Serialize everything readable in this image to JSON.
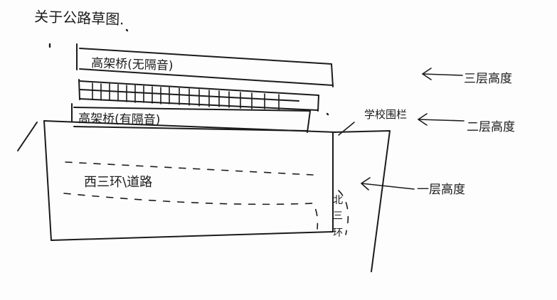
{
  "title": "关于公路草图.",
  "labels": {
    "overpass_upper": "高架桥(无隔音)",
    "overpass_lower": "高架桥(有隔音)",
    "school_wall": "学校围栏",
    "road_west": "西三环\\道路",
    "road_north": [
      "北",
      "三",
      "环"
    ],
    "level_3": "三层高度",
    "level_2": "二层高度",
    "level_1": "一层高度"
  },
  "colors": {
    "ink": "#1b1b1b",
    "paper": "#fdfdfd"
  }
}
